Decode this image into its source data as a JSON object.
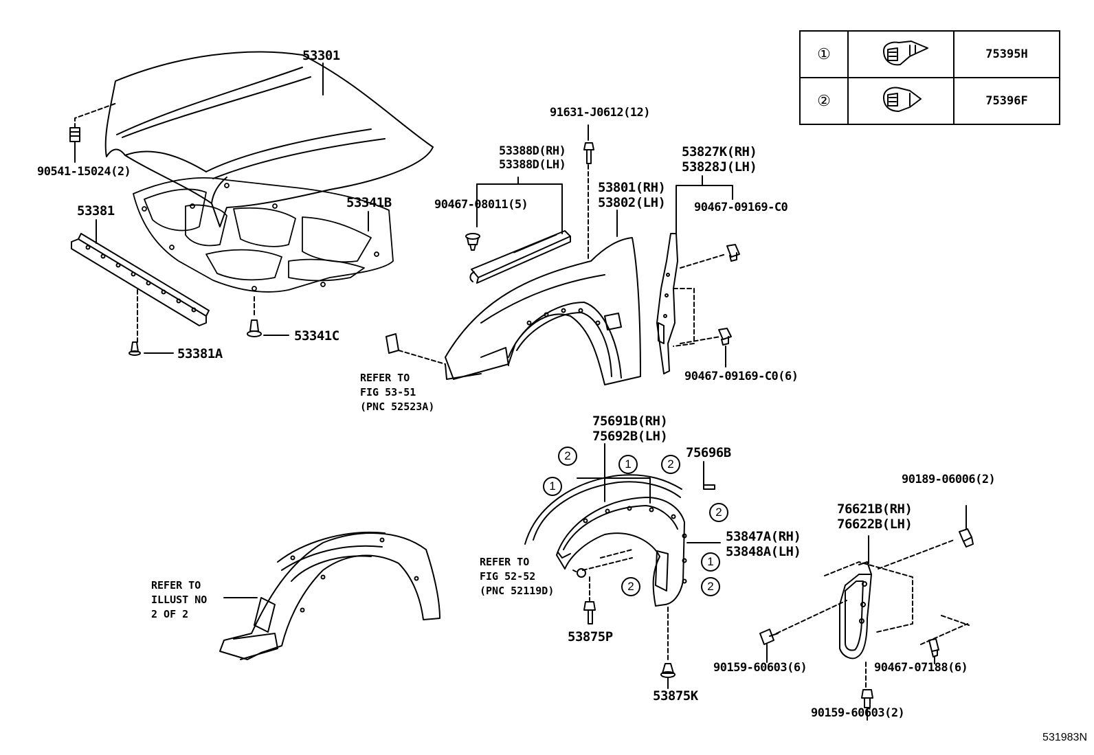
{
  "legend": {
    "rows": [
      {
        "mark": "①",
        "part": "75395H",
        "icon": "clip-1-icon"
      },
      {
        "mark": "②",
        "part": "75396F",
        "icon": "clip-2-icon"
      }
    ]
  },
  "labels": {
    "p53301": "53301",
    "p90541": "90541-15024(2)",
    "p53381": "53381",
    "p53341B": "53341B",
    "p53341C": "53341C",
    "p53381A": "53381A",
    "p91631": "91631-J0612(12)",
    "p53388D_rh": "53388D(RH)",
    "p53388D_lh": "53388D(LH)",
    "p90467_08011": "90467-08011(5)",
    "p53801": "53801(RH)",
    "p53802": "53802(LH)",
    "p53827K": "53827K(RH)",
    "p53828J": "53828J(LH)",
    "p90467_09169": "90467-09169-C0",
    "p90467_09169_6": "90467-09169-C0(6)",
    "p75691B": "75691B(RH)",
    "p75692B": "75692B(LH)",
    "p75696B": "75696B",
    "p53847A": "53847A(RH)",
    "p53848A": "53848A(LH)",
    "p53875P": "53875P",
    "p53875K": "53875K",
    "p90189": "90189-06006(2)",
    "p76621B": "76621B(RH)",
    "p76622B": "76622B(LH)",
    "p90159_6": "90159-60603(6)",
    "p90467_07188": "90467-07188(6)",
    "p90159_2": "90159-60603(2)"
  },
  "refs": {
    "ref1": "REFER TO\nFIG 53-51\n(PNC 52523A)",
    "ref2": "REFER TO\nFIG 52-52\n(PNC 52119D)",
    "ref3": "REFER TO\nILLUST NO\n2 OF 2"
  },
  "callouts": {
    "one": "①",
    "two": "②",
    "c1": "1",
    "c2": "2"
  },
  "figure_code": "531983N"
}
